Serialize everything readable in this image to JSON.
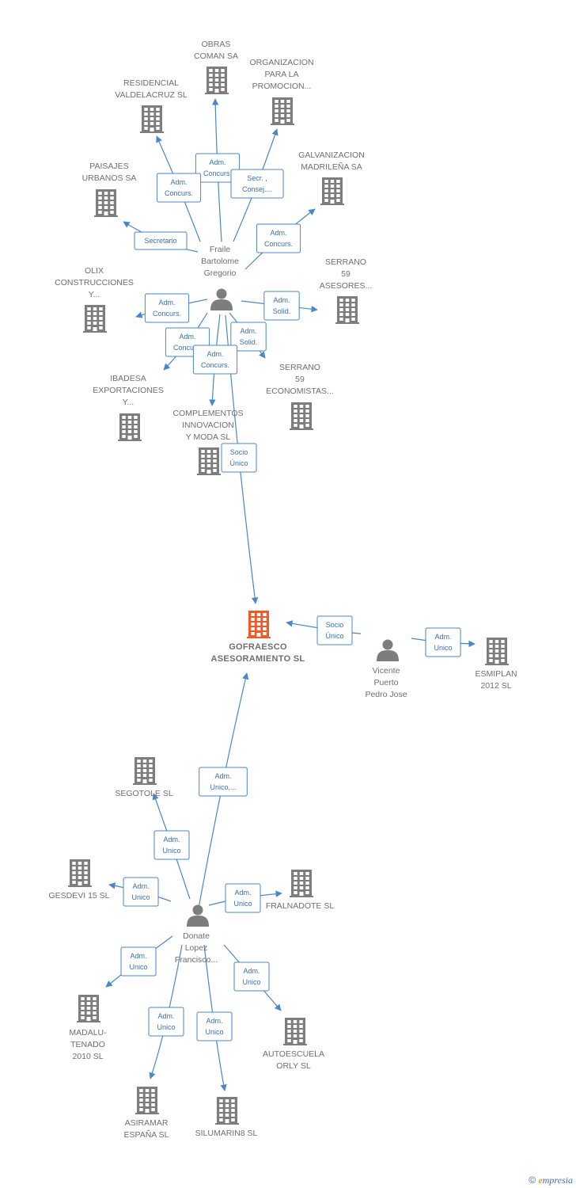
{
  "colors": {
    "edge": "#4a86c8",
    "company": "#7d7d7d",
    "focus": "#f05a28",
    "person": "#7d7d7d",
    "edge_label_border": "#4a86c8",
    "edge_label_text": "#3a6fb0"
  },
  "nodes": [
    {
      "id": "obras",
      "type": "company",
      "lines": [
        "OBRAS",
        "COMAN SA"
      ]
    },
    {
      "id": "organizacion",
      "type": "company",
      "lines": [
        "ORGANIZACION",
        "PARA LA",
        "PROMOCION..."
      ]
    },
    {
      "id": "residencial",
      "type": "company",
      "lines": [
        "RESIDENCIAL",
        "VALDELACRUZ SL"
      ]
    },
    {
      "id": "galvanizacion",
      "type": "company",
      "lines": [
        "GALVANIZACION",
        "MADRILEÑA SA"
      ]
    },
    {
      "id": "paisajes",
      "type": "company",
      "lines": [
        "PAISAJES",
        "URBANOS SA"
      ]
    },
    {
      "id": "fraile",
      "type": "person",
      "lines": [
        "Fraile",
        "Bartolome",
        "Gregorio"
      ]
    },
    {
      "id": "olix",
      "type": "company",
      "lines": [
        "OLIX",
        "CONSTRUCCIONES",
        "Y..."
      ]
    },
    {
      "id": "serrano59a",
      "type": "company",
      "lines": [
        "SERRANO",
        "59",
        "ASESORES..."
      ]
    },
    {
      "id": "ibadesa",
      "type": "company",
      "lines": [
        "IBADESA",
        "EXPORTACIONES",
        "Y..."
      ]
    },
    {
      "id": "serrano59e",
      "type": "company",
      "lines": [
        "SERRANO",
        "59",
        "ECONOMISTAS..."
      ]
    },
    {
      "id": "complementos",
      "type": "company",
      "lines": [
        "COMPLEMENTOS",
        "INNOVACION",
        "Y MODA SL"
      ]
    },
    {
      "id": "gofraesco",
      "type": "focus",
      "lines": [
        "GOFRAESCO",
        "ASESORAMIENTO SL"
      ]
    },
    {
      "id": "vicente",
      "type": "person",
      "lines": [
        "Vicente",
        "Puerto",
        "Pedro Jose"
      ]
    },
    {
      "id": "esmiplan",
      "type": "company",
      "lines": [
        "ESMIPLAN",
        "2012 SL"
      ]
    },
    {
      "id": "segotole",
      "type": "company",
      "lines": [
        "SEGOTOLE SL"
      ]
    },
    {
      "id": "gesdevi",
      "type": "company",
      "lines": [
        "GESDEVI 15 SL"
      ]
    },
    {
      "id": "fralnadote",
      "type": "company",
      "lines": [
        "FRALNADOTE SL"
      ]
    },
    {
      "id": "donate",
      "type": "person",
      "lines": [
        "Donate",
        "Lopez",
        "Francisco..."
      ]
    },
    {
      "id": "madalu",
      "type": "company",
      "lines": [
        "MADALU-",
        "TENADO",
        "2010 SL"
      ]
    },
    {
      "id": "autoescuela",
      "type": "company",
      "lines": [
        "AUTOESCUELA",
        "ORLY SL"
      ]
    },
    {
      "id": "asiramar",
      "type": "company",
      "lines": [
        "ASIRAMAR",
        "ESPAÑA SL"
      ]
    },
    {
      "id": "silumarin",
      "type": "company",
      "lines": [
        "SILUMARIN8 SL"
      ]
    }
  ],
  "edges": [
    {
      "from": "fraile",
      "to": "obras",
      "label": [
        "Adm.",
        "Concurs."
      ]
    },
    {
      "from": "fraile",
      "to": "residencial",
      "label": [
        "Adm.",
        "Concurs."
      ]
    },
    {
      "from": "fraile",
      "to": "organizacion",
      "label": [
        "Secr. ,",
        "Consej...."
      ]
    },
    {
      "from": "fraile",
      "to": "galvanizacion",
      "label": [
        "Adm.",
        "Concurs."
      ]
    },
    {
      "from": "fraile",
      "to": "paisajes",
      "label": [
        "Secretario"
      ]
    },
    {
      "from": "fraile",
      "to": "olix",
      "label": [
        "Adm.",
        "Concurs."
      ]
    },
    {
      "from": "fraile",
      "to": "serrano59a",
      "label": [
        "Adm.",
        "Solid."
      ]
    },
    {
      "from": "fraile",
      "to": "serrano59e",
      "label": [
        "Adm.",
        "Solid."
      ]
    },
    {
      "from": "fraile",
      "to": "ibadesa",
      "label": [
        "Adm.",
        "Concurs."
      ]
    },
    {
      "from": "fraile",
      "to": "complementos",
      "label": [
        "Adm.",
        "Concurs."
      ]
    },
    {
      "from": "fraile",
      "to": "gofraesco",
      "label": [
        "Socio",
        "Único"
      ]
    },
    {
      "from": "vicente",
      "to": "gofraesco",
      "label": [
        "Socio",
        "Único"
      ]
    },
    {
      "from": "vicente",
      "to": "esmiplan",
      "label": [
        "Adm.",
        "Unico"
      ]
    },
    {
      "from": "donate",
      "to": "gofraesco",
      "label": [
        "Adm.",
        "Unico,..."
      ]
    },
    {
      "from": "donate",
      "to": "segotole",
      "label": [
        "Adm.",
        "Unico"
      ]
    },
    {
      "from": "donate",
      "to": "gesdevi",
      "label": [
        "Adm.",
        "Unico"
      ]
    },
    {
      "from": "donate",
      "to": "fralnadote",
      "label": [
        "Adm.",
        "Unico"
      ]
    },
    {
      "from": "donate",
      "to": "madalu",
      "label": [
        "Adm.",
        "Unico"
      ]
    },
    {
      "from": "donate",
      "to": "autoescuela",
      "label": [
        "Adm.",
        "Unico"
      ]
    },
    {
      "from": "donate",
      "to": "asiramar",
      "label": [
        "Adm.",
        "Unico"
      ]
    },
    {
      "from": "donate",
      "to": "silumarin",
      "label": [
        "Adm.",
        "Unico"
      ]
    }
  ],
  "footer": {
    "copyright": "©",
    "brand_e": "e",
    "brand_rest": "mpresia"
  }
}
